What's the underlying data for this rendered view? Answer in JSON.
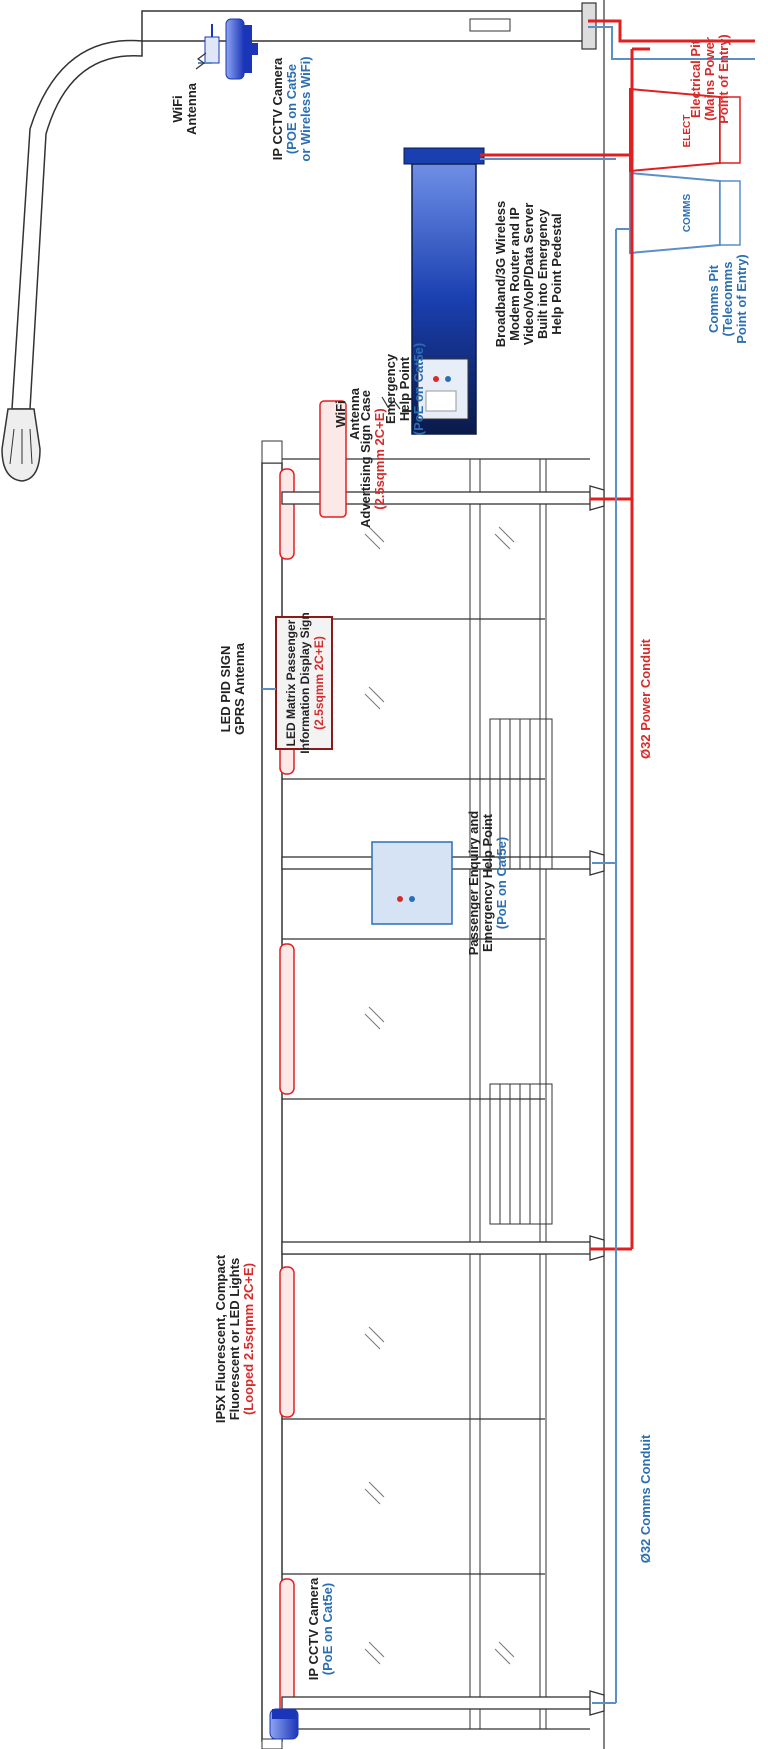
{
  "diagram": {
    "colors": {
      "power": "#e02020",
      "comms": "#5b8fc7",
      "structure": "#333333",
      "device_blue": "#1a3fb0"
    },
    "labels": {
      "wifi_antenna_pole": [
        "WiFi",
        "Antenna"
      ],
      "cctv_pole": [
        "IP CCTV Camera",
        "(POE on Cat5e",
        "or Wireless WiFi)"
      ],
      "emergency_help_point": [
        "Emergency",
        "Help Point",
        "(PoE on Cat5e)"
      ],
      "broadband_router": [
        "Broadband/3G Wireless",
        "Modem Router and IP",
        "Video/VoIP/Data Server",
        "Built into Emergency",
        "Help Point Pedestal"
      ],
      "wifi_antenna_pedestal": [
        "WiFi",
        "Antenna"
      ],
      "electrical_pit": [
        "Electrical Pit",
        "(Mains Power",
        "Point of Entry)"
      ],
      "comms_pit": [
        "Comms Pit",
        "(Telecomms",
        "Point of Entry)"
      ],
      "elect_box": "ELECT",
      "comms_box": "COMMS",
      "advertising_sign": [
        "Advertising Sign Case",
        "(2.5sqmm 2C+E)"
      ],
      "led_pid_antenna": [
        "LED PID SIGN",
        "GPRS Antenna"
      ],
      "led_matrix_sign": [
        "LED Matrix Passenger",
        "Information Display Sign",
        "(2.5sqmm 2C+E)"
      ],
      "power_conduit": "Ø32 Power Conduit",
      "passenger_help_point": [
        "Passenger Enquiry and",
        "Emergency Help Point",
        "(PoE on Cat5e)"
      ],
      "lights": [
        "IP5X Fluorescent, Compact",
        "Fluorescent or LED Lights",
        "(Looped 2.5sqmm 2C+E)"
      ],
      "comms_conduit": "Ø32 Comms Conduit",
      "cctv_shelter": [
        "IP CCTV Camera",
        "(PoE on Cat5e)"
      ]
    }
  }
}
